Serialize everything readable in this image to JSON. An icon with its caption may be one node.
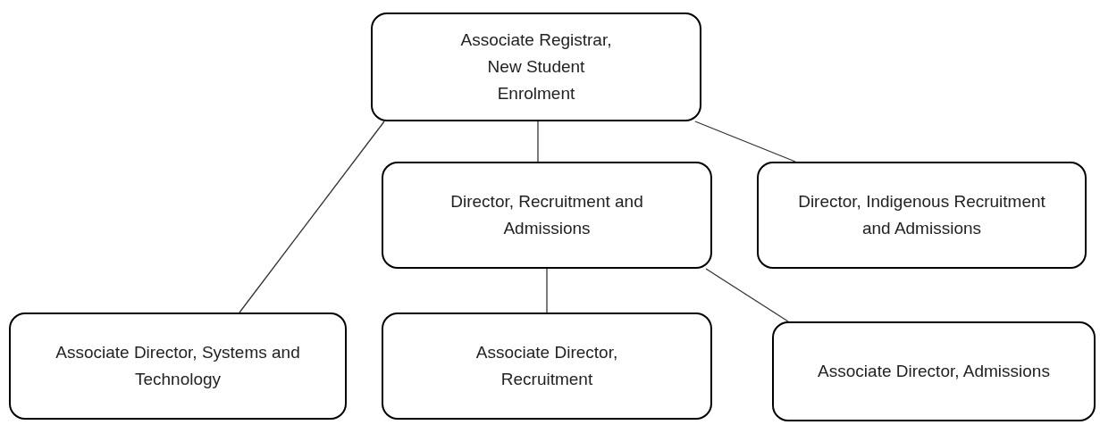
{
  "diagram": {
    "nodes": [
      {
        "text": [
          "Associate Registrar, New Student Enrolment"
        ]
      },
      {
        "text": [
          "Director, Recruitment and Admissions"
        ]
      },
      {
        "text": [
          "Director, Indigenous Recruitment and Admissions"
        ]
      },
      {
        "text": [
          "Associate Director, Systems and Technology"
        ]
      },
      {
        "text": [
          "Associate Director, Recruitment"
        ]
      },
      {
        "text": [
          "Associate Director, Admissions"
        ]
      }
    ],
    "edges": [
      {
        "from": 0,
        "to": 3,
        "arrow": "none"
      },
      {
        "from": 0,
        "to": 1,
        "arrow": "none"
      },
      {
        "from": 0,
        "to": 2,
        "arrow": "none"
      },
      {
        "from": 1,
        "to": 4,
        "arrow": "none"
      },
      {
        "from": 1,
        "to": 5,
        "arrow": "none"
      }
    ]
  }
}
